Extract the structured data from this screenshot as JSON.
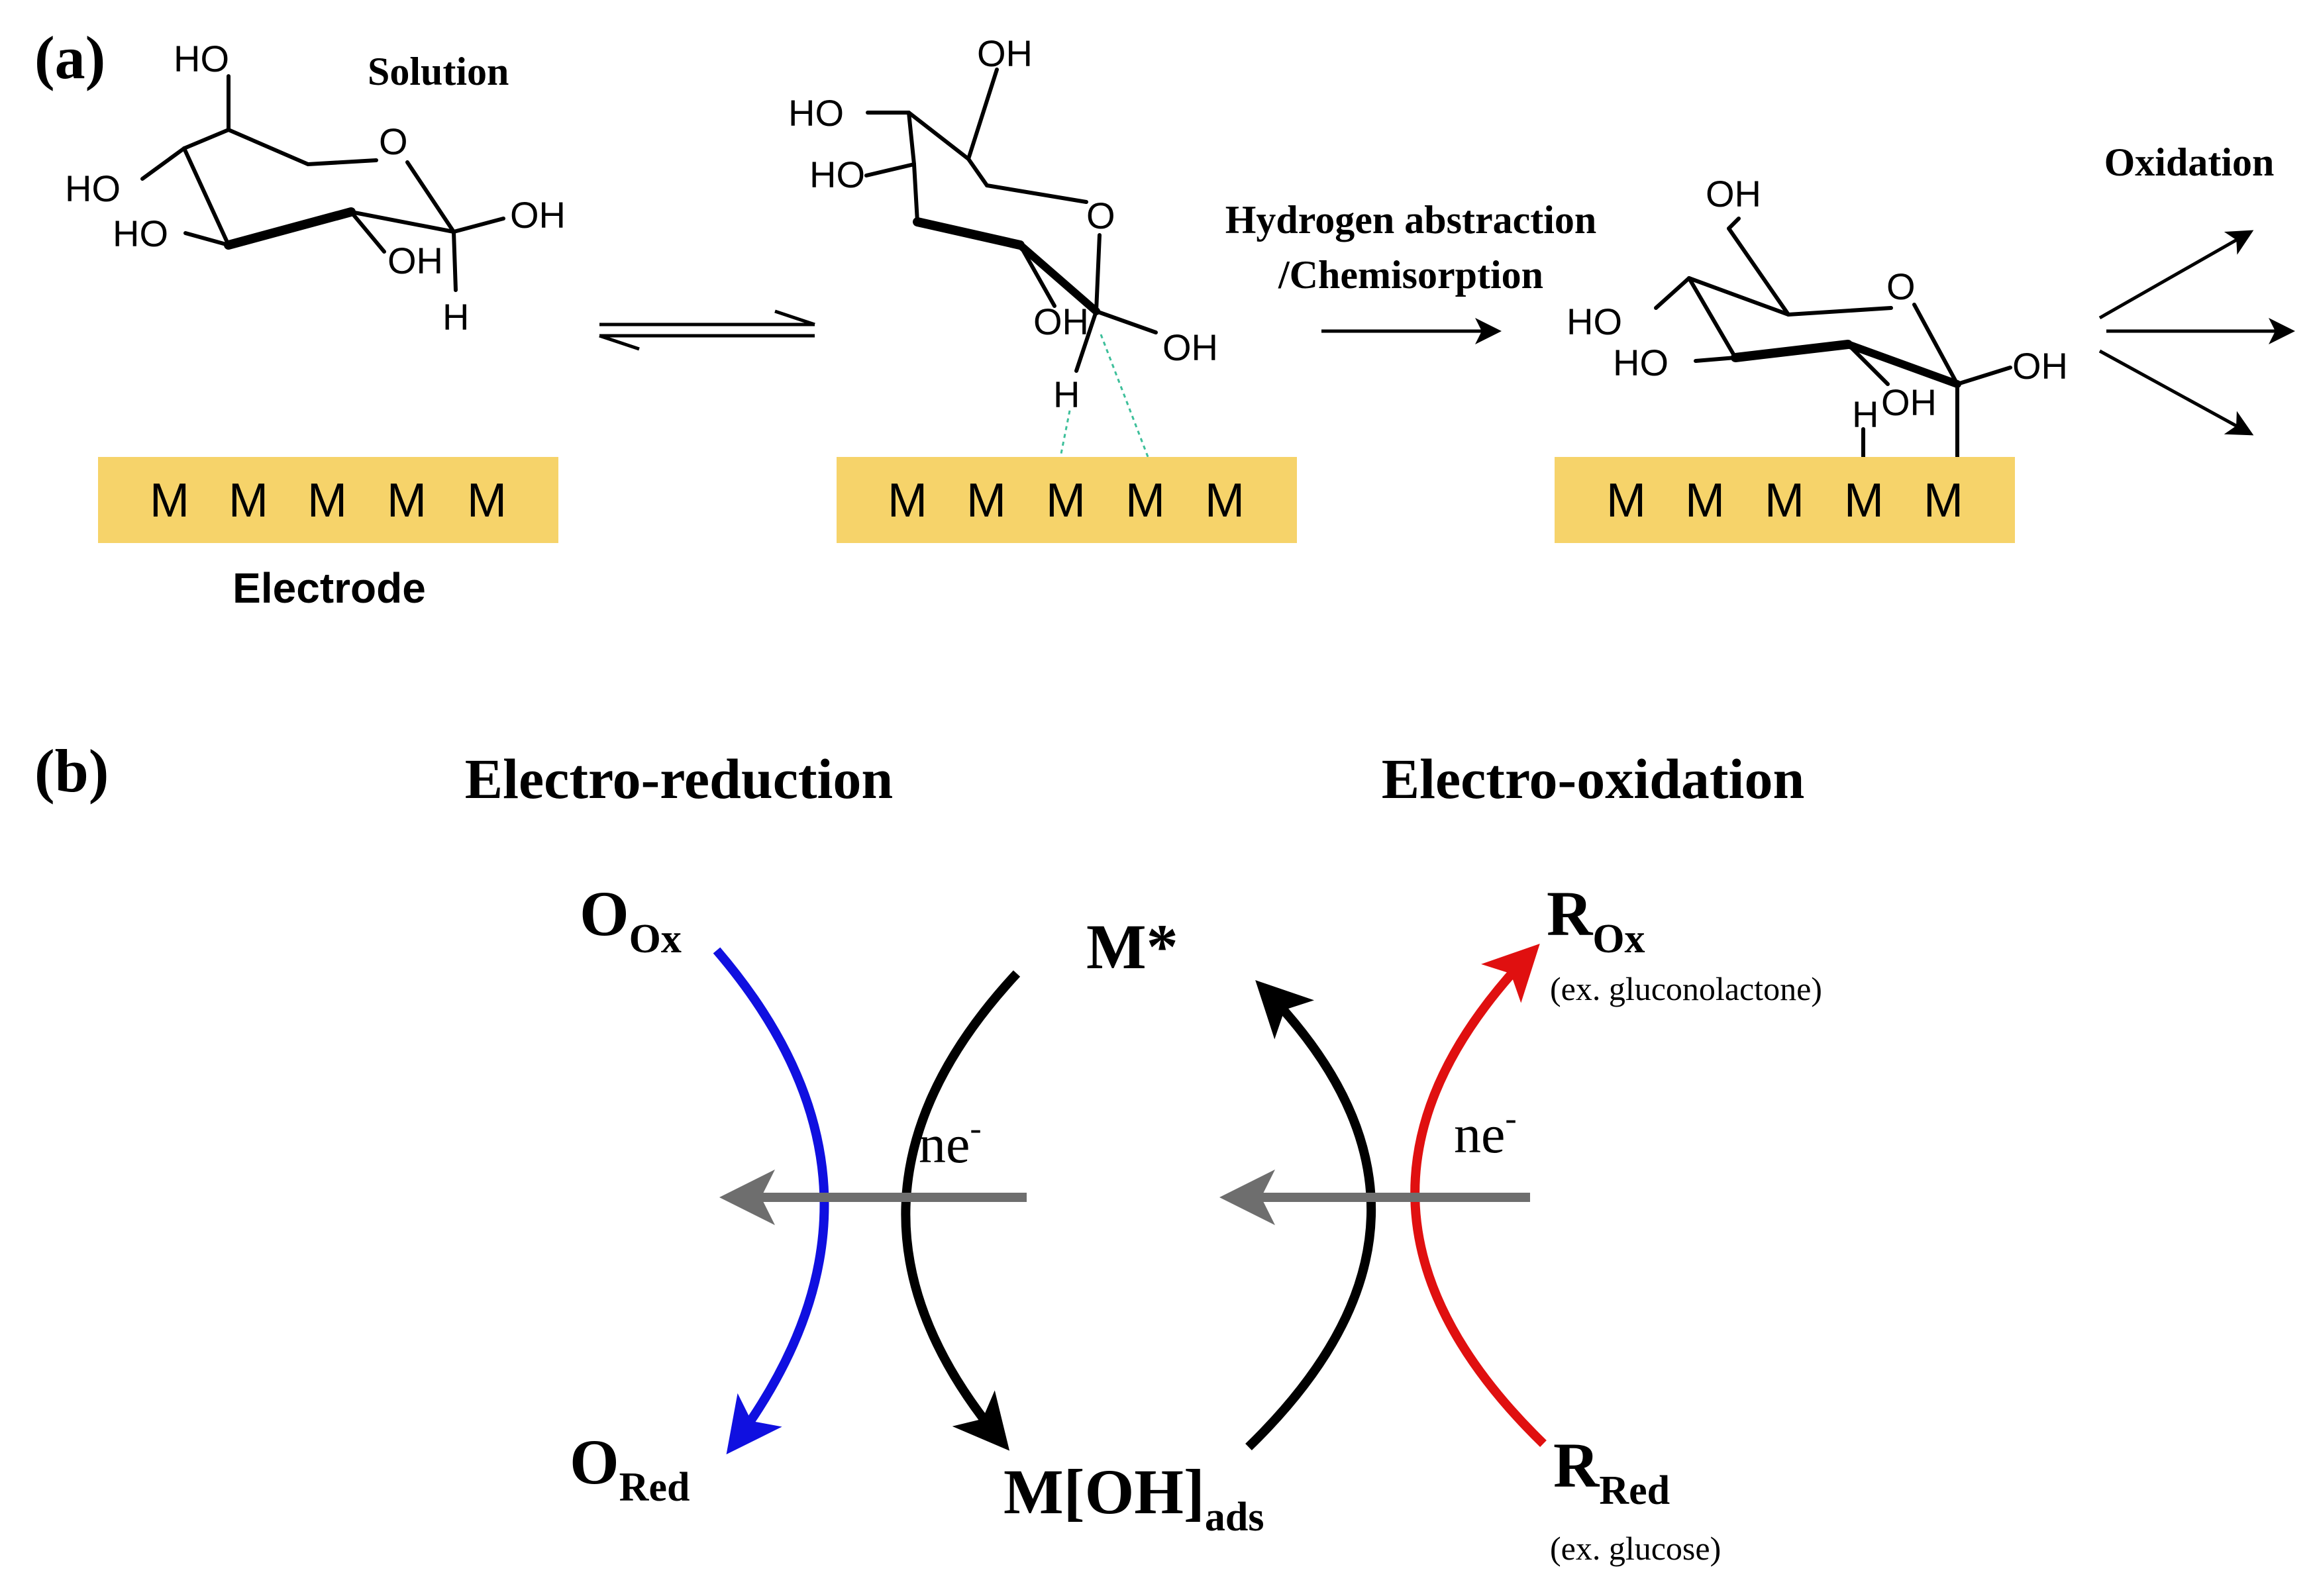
{
  "panel_a": {
    "label": "(a)",
    "solution_label": "Solution",
    "electrode_label": "Electrode",
    "metal_atom": "M",
    "step_label_line1": "Hydrogen abstraction",
    "step_label_line2": "/Chemisorption",
    "oxidation_label": "Oxidation",
    "groups": {
      "ho": "HO",
      "oh": "OH",
      "o": "O",
      "h": "H"
    },
    "electrode_color": "#f6d36a"
  },
  "panel_b": {
    "label": "(b)",
    "reduction_title": "Electro-reduction",
    "oxidation_title": "Electro-oxidation",
    "o_main": "O",
    "o_ox_sub": "Ox",
    "o_red_sub": "Red",
    "m_star": "M*",
    "m_oh_main": "M[OH]",
    "m_oh_sub": "ads",
    "r_main": "R",
    "r_ox_sub": "Ox",
    "r_red_sub": "Red",
    "r_ox_example": "(ex. gluconolactone)",
    "r_red_example": "(ex. glucose)",
    "electron_main": "ne",
    "electron_sup": "-",
    "colors": {
      "reduction_arc": "#1010e0",
      "oxidation_arc": "#e01010",
      "metal_arc": "#000000",
      "electron_arrow": "#6e6e6e"
    }
  }
}
